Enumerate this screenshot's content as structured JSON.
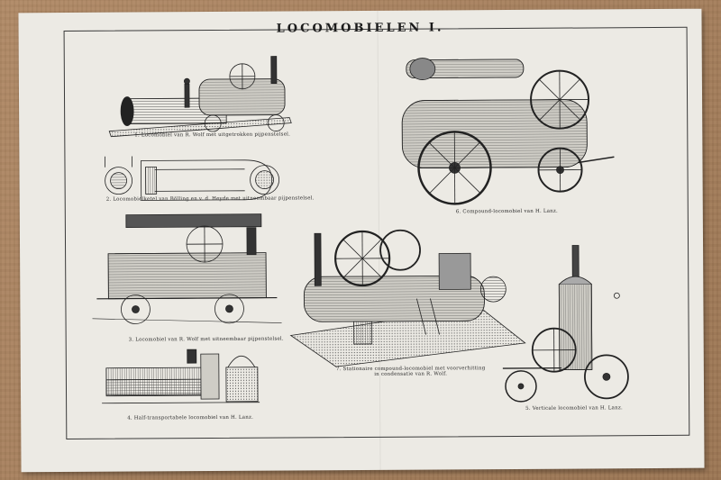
{
  "plate": {
    "title": "LOCOMOBIELEN I.",
    "captions": {
      "fig1": "1. Locomobiel van R. Wolf met uitgetrokken pijpenstelsel.",
      "fig2": "2. Locomobielketel van Bölling en v. d. Heyde met uitneembaar pijpenstelsel.",
      "fig3": "3. Locomobiel van R. Wolf met uitneembaar pijpenstelsel.",
      "fig4": "4. Half-transportabele locomobiel van H. Lanz.",
      "fig5": "5. Verticale locomobiel van H. Lanz.",
      "fig6": "6. Compound-locomobiel van H. Lanz.",
      "fig7": "7. Stationaire compound-locomobiel met voorverhitting\nin condensatie van R. Wolf."
    }
  },
  "colors": {
    "table": "#a8825f",
    "paper": "#eceae4",
    "ink": "#222222"
  }
}
